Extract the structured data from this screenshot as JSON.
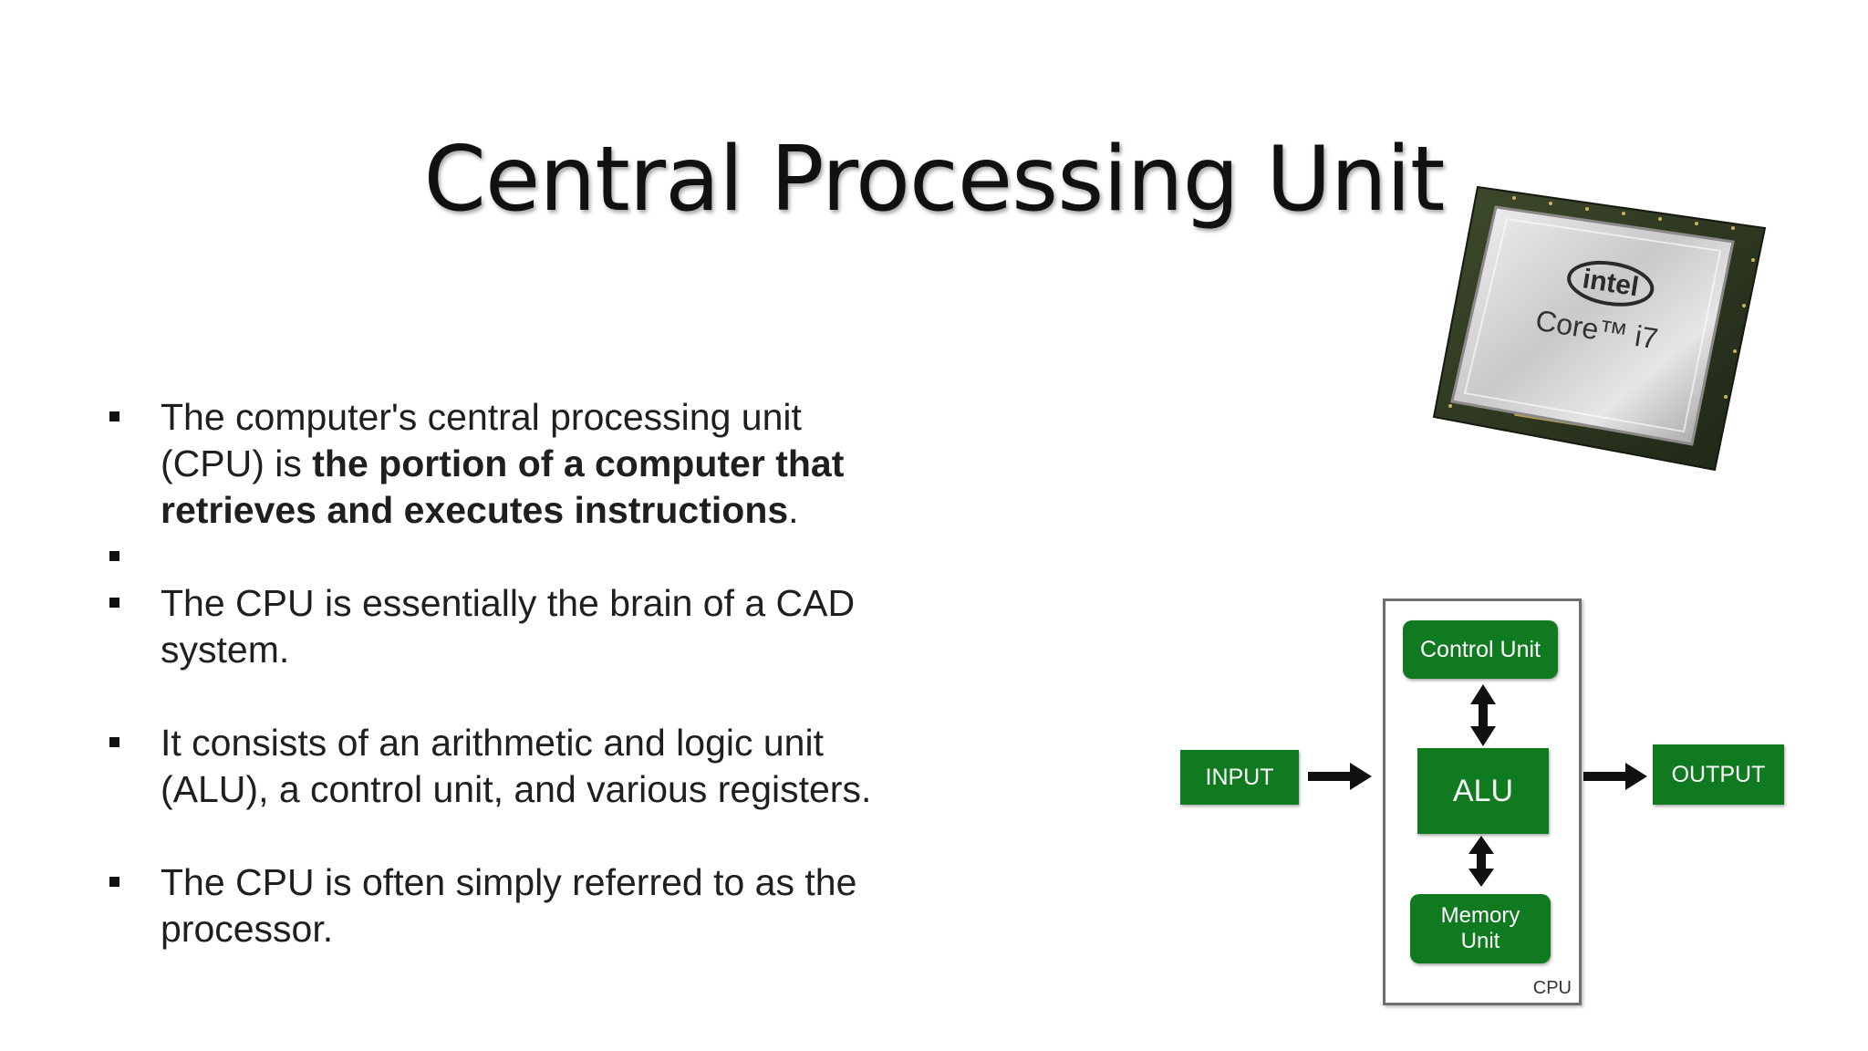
{
  "slide": {
    "title": "Central Processing Unit",
    "bullets": [
      {
        "parts": [
          {
            "text": "The computer's central processing unit (CPU) is ",
            "bold": false
          },
          {
            "text": "the portion of a computer that retrieves and executes instructions",
            "bold": true
          },
          {
            "text": ".",
            "bold": false
          }
        ]
      },
      {
        "parts": []
      },
      {
        "parts": [
          {
            "text": "The CPU is essentially the brain of a CAD system.",
            "bold": false
          }
        ]
      },
      {
        "parts": [
          {
            "text": "It consists of an arithmetic and logic unit (ALU), a control unit, and various registers.",
            "bold": false
          }
        ]
      },
      {
        "parts": [
          {
            "text": "The CPU is often simply referred to as the processor.",
            "bold": false
          }
        ]
      }
    ]
  },
  "chip_image": {
    "brand": "intel",
    "model": "Core™ i7"
  },
  "diagram": {
    "input_label": "INPUT",
    "output_label": "OUTPUT",
    "control_unit_label": "Control Unit",
    "alu_label": "ALU",
    "memory_unit_label": "Memory Unit",
    "cpu_label": "CPU",
    "box_color": "#0f7a1f"
  }
}
